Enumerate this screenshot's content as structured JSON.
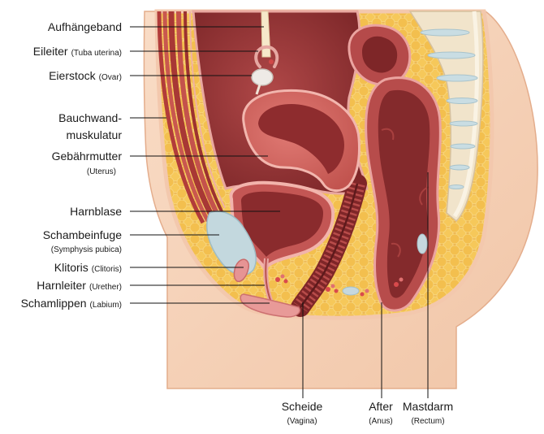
{
  "labels": {
    "suspensory_ligament": {
      "name": "Aufhängeband"
    },
    "fallopian_tube": {
      "name": "Eileiter",
      "latin": "(Tuba uterina)"
    },
    "ovary": {
      "name": "Eierstock",
      "latin": "(Ovar)"
    },
    "abdominal_wall": {
      "line1": "Bauchwand-",
      "line2": "muskulatur"
    },
    "uterus": {
      "name": "Gebährmutter",
      "latin": "(Uterus)"
    },
    "bladder": {
      "name": "Harnblase"
    },
    "pubic_symphysis": {
      "name": "Schambeinfuge",
      "latin": "(Symphysis pubica)"
    },
    "clitoris": {
      "name": "Klitoris",
      "latin": "(Clitoris)"
    },
    "urethra": {
      "name": "Harnleiter",
      "latin": "(Urether)"
    },
    "labia": {
      "name": "Schamlippen",
      "latin": "(Labium)"
    },
    "vagina": {
      "name": "Scheide",
      "latin": "(Vagina)"
    },
    "anus": {
      "name": "After",
      "latin": "(Anus)"
    },
    "rectum": {
      "name": "Mastdarm",
      "latin": "(Rectum)"
    }
  }
}
